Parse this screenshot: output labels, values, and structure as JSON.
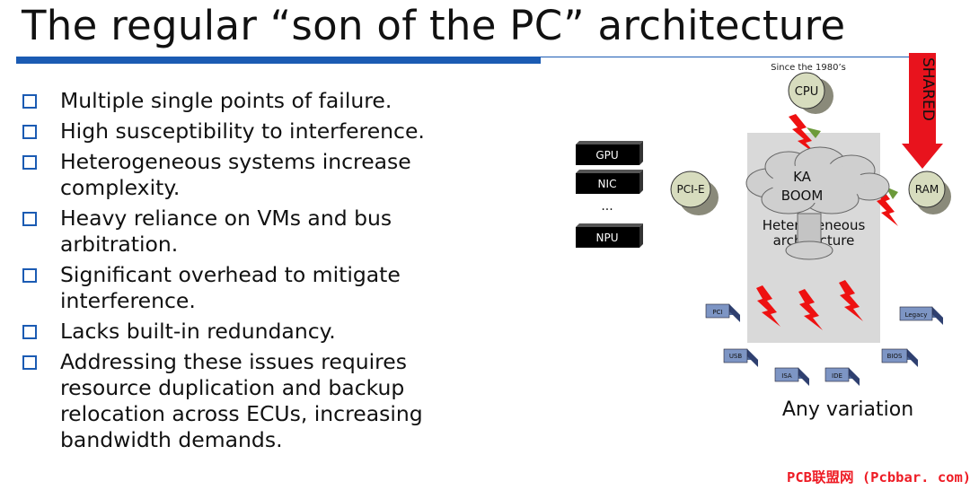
{
  "slide": {
    "title": "The regular “son of the PC” architecture",
    "bullets": [
      "Multiple single points of failure.",
      "High susceptibility to interference.",
      "Heterogeneous systems increase complexity.",
      "Heavy reliance on VMs and bus arbitration.",
      "Significant overhead to mitigate interference.",
      "Lacks built-in redundancy.",
      "Addressing these issues requires resource duplication and backup relocation across ECUs, increasing bandwidth demands."
    ]
  },
  "diagram": {
    "since_label": "Since the 1980’s",
    "cpu": "CPU",
    "shared": "SHARED",
    "pcie": "PCI-E",
    "ram": "RAM",
    "ka": "KA",
    "boom": "BOOM",
    "hetero_line1": "Heterogeneous",
    "hetero_line2": "architecture",
    "accelerators": [
      "GPU",
      "NIC",
      "NPU"
    ],
    "ellipsis": "...",
    "legacy_ports": [
      "PCI",
      "USB",
      "ISA",
      "IDE",
      "BIOS",
      "Legacy"
    ],
    "caption": "Any variation"
  },
  "colors": {
    "rule": "#1b5bb3",
    "bullet": "#1b5bb3",
    "node_fill": "#d7dcbe",
    "node_shadow": "#8a8a7a",
    "shared_arrow": "#e8131d",
    "lightning": "#ee1111",
    "cloud": "#cfcfcf",
    "box_gray": "#d9d9d9",
    "port_fill": "#7d95c4"
  },
  "watermark": "PCB联盟网 (Pcbbar. com)"
}
